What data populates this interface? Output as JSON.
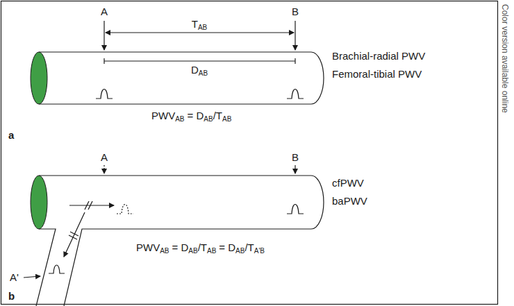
{
  "diagram": {
    "labels": [
      "A",
      "T",
      "AB",
      "B",
      "D",
      "AB",
      "Brachial-radial PWV",
      "Femoral-tibial PWV",
      "PWV",
      "AB",
      "= D",
      "AB",
      "/T",
      "AB",
      "a",
      "A",
      "B",
      "cfPWV",
      "baPWV",
      "PWV",
      "AB",
      "= D",
      "AB",
      "/T",
      "AB",
      "= D",
      "AB",
      "/T",
      "A'B",
      "A'",
      "b",
      "Color version available online"
    ]
  }
}
